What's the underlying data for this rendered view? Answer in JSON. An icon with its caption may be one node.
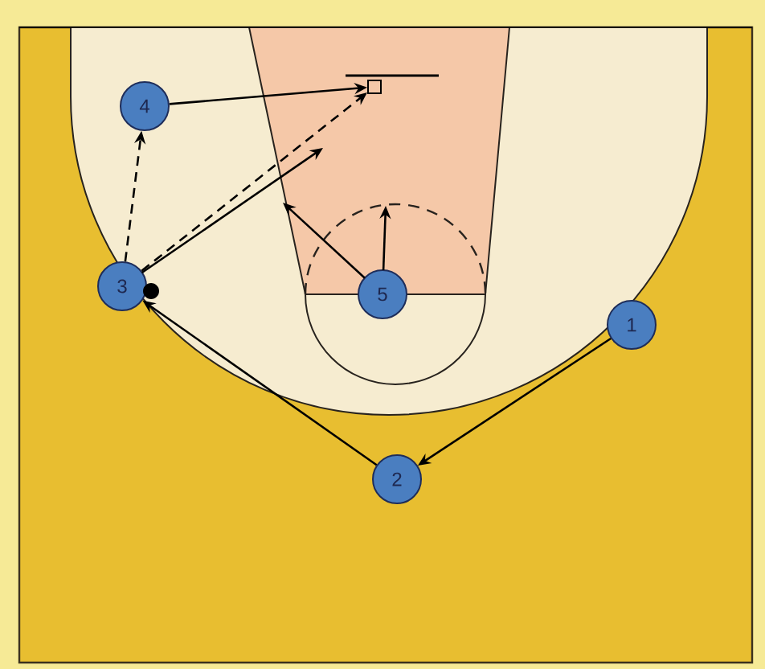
{
  "diagram": {
    "nodes": [
      {
        "text": [
          "4"
        ]
      },
      {
        "text": [
          "3"
        ]
      },
      {
        "text": [
          "5"
        ]
      },
      {
        "text": [
          "1"
        ]
      },
      {
        "text": [
          "2"
        ]
      },
      {
        "text": [],
        "shape": "hoop"
      }
    ],
    "edges": [
      {
        "from": 0,
        "to": 5,
        "arrow": "to"
      },
      {
        "from": 1,
        "to": 0,
        "arrow": "to",
        "style": "dashed"
      },
      {
        "from": 1,
        "to": 5,
        "arrow": "to",
        "style": "dashed"
      },
      {
        "from": 1,
        "to": null,
        "arrow": "to"
      },
      {
        "from": 2,
        "to": null,
        "arrow": "to"
      },
      {
        "from": 2,
        "to": null,
        "arrow": "to"
      },
      {
        "from": 3,
        "to": 4,
        "arrow": "to"
      },
      {
        "from": 4,
        "to": 1,
        "arrow": "to"
      }
    ]
  }
}
